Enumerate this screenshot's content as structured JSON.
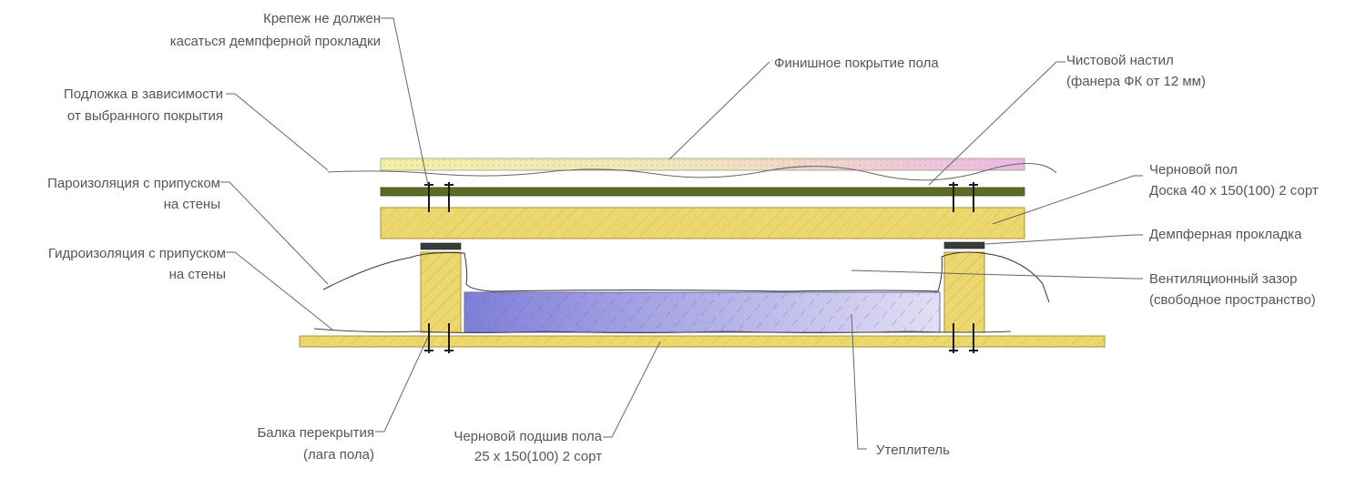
{
  "labels": {
    "fastener_1": "Крепеж не должен",
    "fastener_2": "касаться демпферной прокладки",
    "finish_floor": "Финишное покрытие пола",
    "clean_deck_1": "Чистовой настил",
    "clean_deck_2": "(фанера ФК от 12 мм)",
    "underlay_1": "Подложка в зависимости",
    "underlay_2": "от выбранного покрытия",
    "vapor_1": "Пароизоляция с припуском",
    "vapor_2": "на стены",
    "rough_floor_1": "Черновой пол",
    "rough_floor_2": "Доска 40 х 150(100) 2 сорт",
    "damper": "Демпферная прокладка",
    "water_1": "Гидроизоляция с припуском",
    "water_2": "на стены",
    "vent_1": "Вентиляционный зазор",
    "vent_2": "(свободное пространство)",
    "joist_1": "Балка перекрытия",
    "joist_2": "(лага пола)",
    "subfloor_1": "Черновой подшив пола",
    "subfloor_2": "25 х 150(100)  2 сорт",
    "insulation": "Утеплитель"
  },
  "colors": {
    "wood": "#ecd86e",
    "wood_edge": "#b8a23a",
    "plywood": "#5e6b24",
    "finish_left": "#f3f0a8",
    "finish_right": "#ecb8e8",
    "insulation_left": "#7f7ed8",
    "insulation_right": "#ddd9f2",
    "damper": "#3a3a3a",
    "leader": "#666666",
    "text": "#555555"
  }
}
